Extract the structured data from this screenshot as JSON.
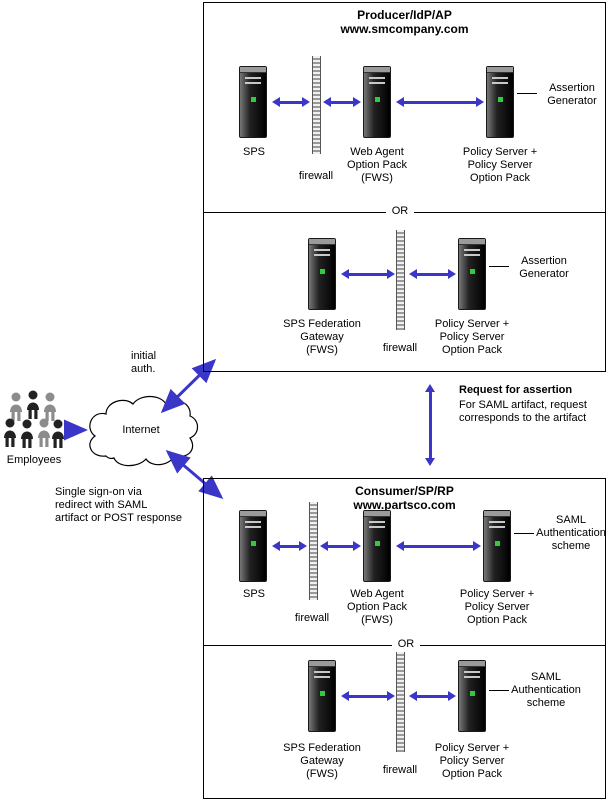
{
  "colors": {
    "arrow": "#3a36c8",
    "led": "#2ecc40"
  },
  "producer": {
    "title": "Producer/IdP/AP",
    "domain": "www.smcompany.com",
    "or": "OR",
    "row1": {
      "sps": "SPS",
      "firewall": "firewall",
      "web_agent": "Web Agent\nOption Pack\n(FWS)",
      "policy_server": "Policy Server +\nPolicy Server\nOption Pack",
      "annotation": "Assertion\nGenerator"
    },
    "row2": {
      "gateway": "SPS Federation\nGateway\n(FWS)",
      "firewall": "firewall",
      "policy_server": "Policy Server +\nPolicy Server\nOption Pack",
      "annotation": "Assertion\nGenerator"
    }
  },
  "consumer": {
    "title": "Consumer/SP/RP",
    "domain": "www.partsco.com",
    "or": "OR",
    "row1": {
      "sps": "SPS",
      "firewall": "firewall",
      "web_agent": "Web Agent\nOption Pack\n(FWS)",
      "policy_server": "Policy Server +\nPolicy Server\nOption Pack",
      "annotation": "SAML\nAuthentication\nscheme"
    },
    "row2": {
      "gateway": "SPS Federation\nGateway\n(FWS)",
      "firewall": "firewall",
      "policy_server": "Policy Server +\nPolicy Server\nOption Pack",
      "annotation": "SAML\nAuthentication\nscheme"
    }
  },
  "middle": {
    "initial_auth": "initial\nauth.",
    "employees": "Employees",
    "internet": "Internet",
    "request_title": "Request for assertion",
    "request_body": "For SAML artifact, request\ncorresponds to the artifact",
    "sso_note": "Single sign-on via\nredirect with SAML\nartifact or POST response"
  }
}
